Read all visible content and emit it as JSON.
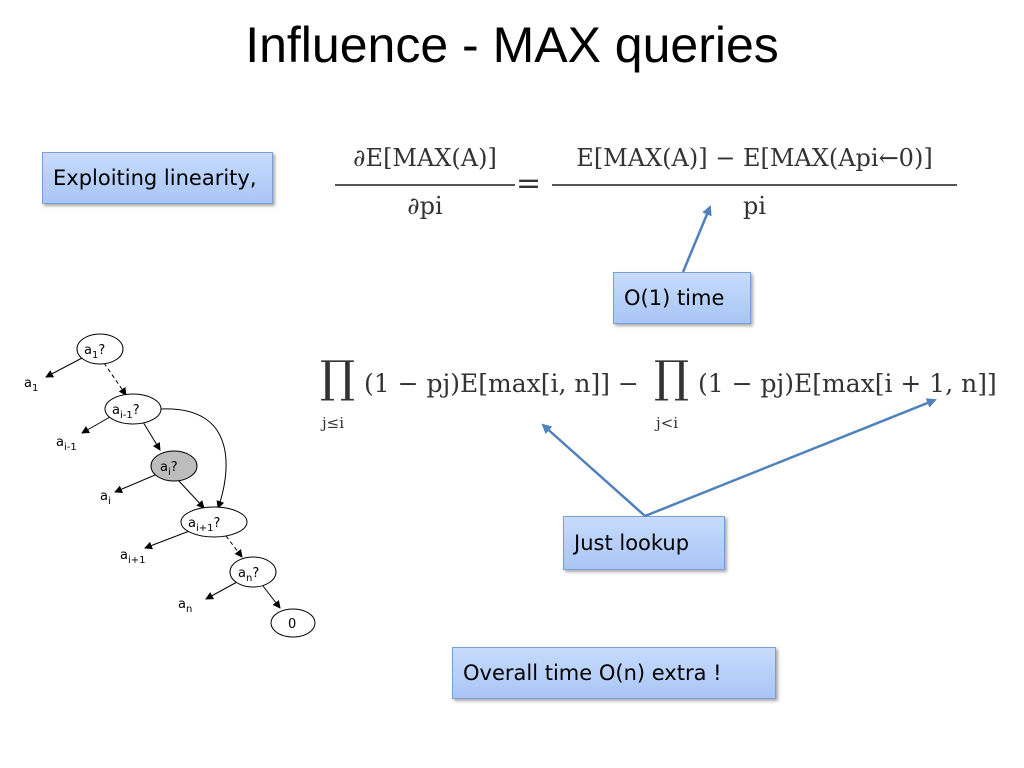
{
  "slide": {
    "title": "Influence - MAX queries"
  },
  "callouts": {
    "exploiting": "Exploiting linearity,",
    "o1": "O(1) time",
    "lookup": "Just lookup",
    "overall": "Overall time O(n) extra !"
  },
  "equation1": {
    "lhs_numerator": "∂E[MAX(A)]",
    "lhs_denominator": "∂pi",
    "equals": "=",
    "rhs_numerator": "E[MAX(A)] − E[MAX(Api←0)]",
    "rhs_denominator": "pi"
  },
  "equation2": {
    "term1": "(1 − pj)E[max[i, n]] −",
    "term1_sub": "j≤i",
    "term2": "(1 − pj)E[max[i + 1, n]]",
    "term2_sub": "j<i",
    "product_symbol": "∏"
  },
  "tree": {
    "nodes": [
      "a1?",
      "ai-1?",
      "ai?",
      "ai+1?",
      "an?",
      "0"
    ],
    "leaves": [
      "a1",
      "ai-1",
      "ai",
      "ai+1",
      "an"
    ],
    "highlight_fill": "#bdbdbd"
  },
  "colors": {
    "arrow": "#4f81bd",
    "callout_fill": "#b8d0f8"
  }
}
